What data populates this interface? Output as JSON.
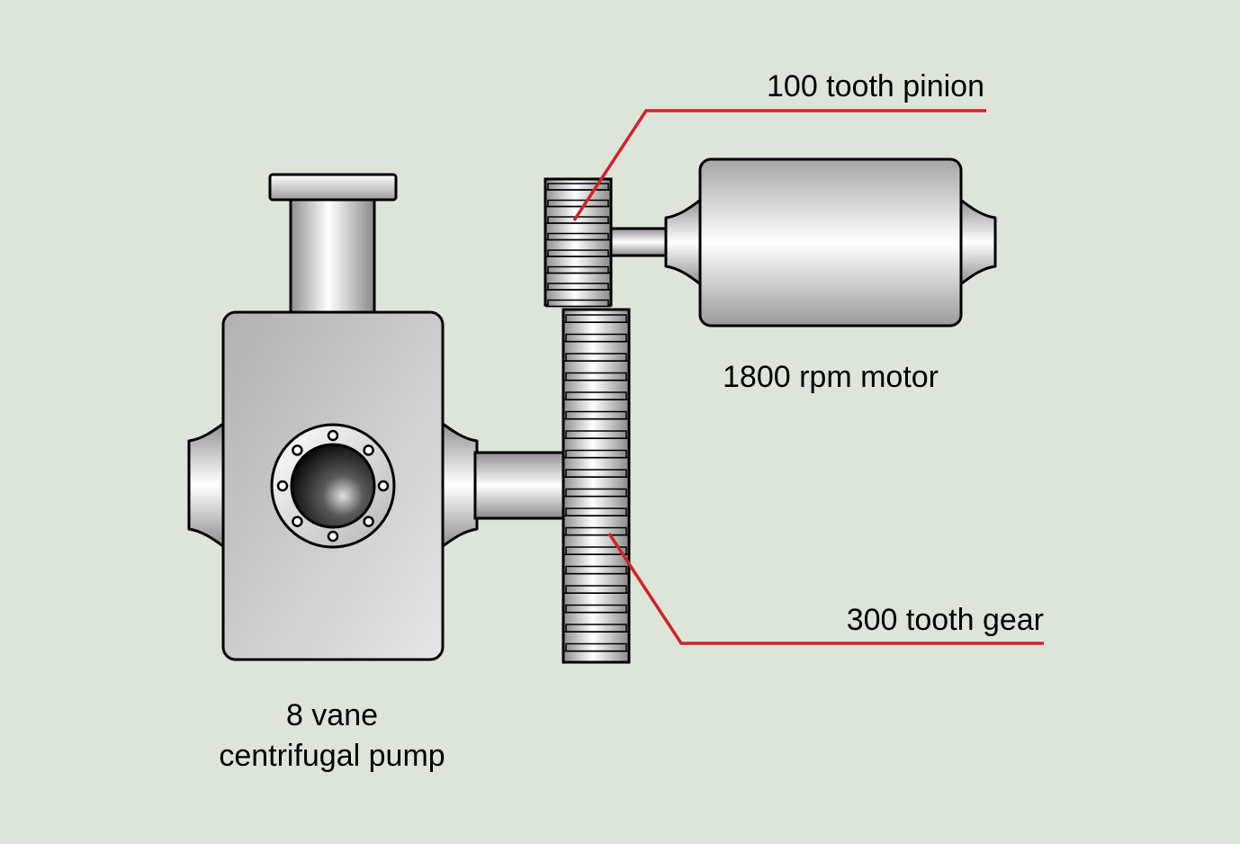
{
  "diagram": {
    "labels": {
      "pinion": "100 tooth pinion",
      "motor": "1800 rpm motor",
      "gear": "300 tooth gear",
      "pump_line1": "8 vane",
      "pump_line2": "centrifugal pump"
    },
    "colors": {
      "background": "#dde5da",
      "leader": "#d2232a",
      "outline": "#000000"
    }
  }
}
